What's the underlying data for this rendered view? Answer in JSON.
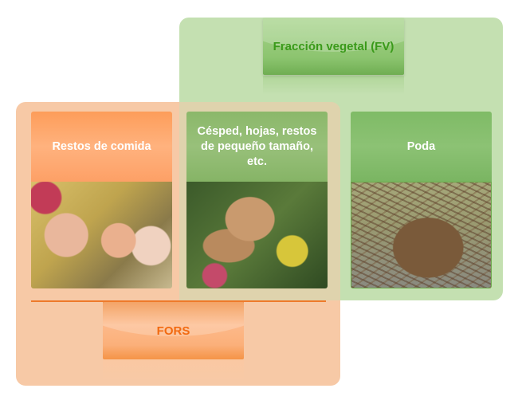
{
  "diagram": {
    "groups": [
      {
        "id": "fv",
        "label": "Fracción vegetal (FV)",
        "color": "#c4e0b1",
        "text_color": "#3a9a1a"
      },
      {
        "id": "fors",
        "label": "FORS",
        "color": "#f7c9a6",
        "text_color": "#f26a10"
      }
    ],
    "overlap_color": "#dfd3ad",
    "cards": [
      {
        "id": "food",
        "label": "Restos de comida",
        "image": "food-scraps-eggshells-photo",
        "groups": [
          "fors"
        ]
      },
      {
        "id": "grass",
        "label": "Césped, hojas, restos de pequeño tamaño, etc.",
        "image": "leaves-grass-photo",
        "groups": [
          "fors",
          "fv"
        ]
      },
      {
        "id": "poda",
        "label": "Poda",
        "image": "pruning-branches-photo",
        "groups": [
          "fv"
        ]
      }
    ]
  }
}
